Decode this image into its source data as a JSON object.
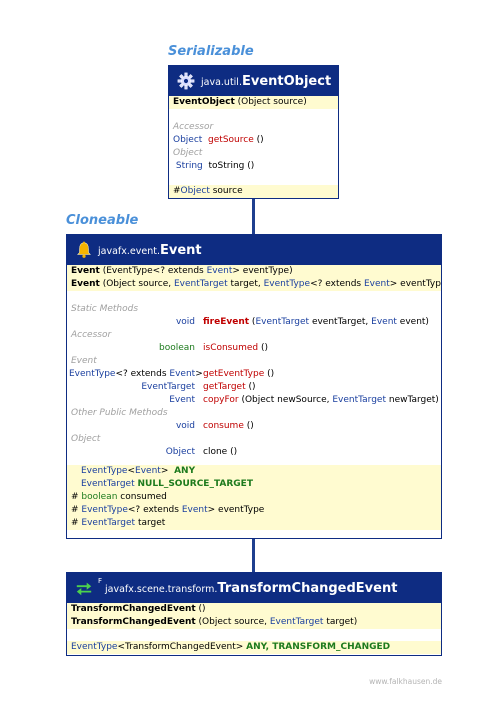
{
  "event_object": {
    "interface": "Serializable",
    "package": "java.util.",
    "class_name": "EventObject",
    "constructor_name": "EventObject",
    "constructor_params": "(Object source)",
    "cat_accessor": "Accessor",
    "getsource_type": "Object",
    "getsource_name": "getSource",
    "getsource_params": "()",
    "cat_object": "Object",
    "tostring_type": "String",
    "tostring_name": "toString",
    "tostring_params": "()",
    "field_modifier": "#",
    "field_type": "Object",
    "field_name": "source"
  },
  "event": {
    "interface": "Cloneable",
    "package": "javafx.event.",
    "class_name": "Event",
    "ctor1_name": "Event",
    "ctor1_open": "(EventType<? extends ",
    "ctor1_event": "Event",
    "ctor1_close": "> eventType)",
    "ctor2_name": "Event",
    "ctor2_p1": "(Object source, ",
    "ctor2_p2": "EventTarget",
    "ctor2_p3": " target, ",
    "ctor2_p4": "EventType",
    "ctor2_p5": "<? extends ",
    "ctor2_p6": "Event",
    "ctor2_p7": "> eventType)",
    "cat_static": "Static Methods",
    "fire_type": "void",
    "fire_name": "fireEvent",
    "fire_p1": "(",
    "fire_p2": "EventTarget",
    "fire_p3": " eventTarget, ",
    "fire_p4": "Event",
    "fire_p5": " event)",
    "cat_accessor": "Accessor",
    "consumed_type": "boolean",
    "consumed_name": "isConsumed",
    "consumed_params": "()",
    "cat_event": "Event",
    "get_event_type_t1": "EventType",
    "get_event_type_t2": "<? extends ",
    "get_event_type_t3": "Event",
    "get_event_type_t4": ">",
    "get_event_type_name": "getEventType",
    "get_event_type_params": "()",
    "get_target_type": "EventTarget",
    "get_target_name": "getTarget",
    "get_target_params": "()",
    "copy_type": "Event",
    "copy_name": "copyFor",
    "copy_p1": "(Object newSource, ",
    "copy_p2": "EventTarget",
    "copy_p3": " newTarget)",
    "cat_other": "Other Public Methods",
    "consume_type": "void",
    "consume_name": "consume",
    "consume_params": "()",
    "cat_object": "Object",
    "clone_type": "Object",
    "clone_name": "clone",
    "clone_params": "()",
    "any_t1": "EventType",
    "any_t2": "<",
    "any_t3": "Event",
    "any_t4": ">",
    "any_name": "ANY",
    "nst_type": "EventTarget",
    "nst_name": "NULL_SOURCE_TARGET",
    "f1_mod": "#",
    "f1_type": "boolean",
    "f1_name": "consumed",
    "f2_mod": "#",
    "f2_t1": "EventType",
    "f2_t2": "<? extends ",
    "f2_t3": "Event",
    "f2_t4": ">",
    "f2_name": "eventType",
    "f3_mod": "#",
    "f3_type": "EventTarget",
    "f3_name": "target"
  },
  "tce": {
    "superscript": "F",
    "package": "javafx.scene.transform.",
    "class_name": "TransformChangedEvent",
    "ctor1_name": "TransformChangedEvent",
    "ctor1_params": "()",
    "ctor2_name": "TransformChangedEvent",
    "ctor2_p1": "(Object source, ",
    "ctor2_p2": "EventTarget",
    "ctor2_p3": " target)",
    "f_t1": "EventType",
    "f_t2": "<TransformChangedEvent>",
    "f_name": "ANY, TRANSFORM_CHANGED"
  },
  "footer": "www.falkhausen.de",
  "colors": {
    "header_bg": "#0e2c82",
    "row_highlight": "#fffbd0",
    "interface_label": "#4a90d9",
    "method_name": "#c00000",
    "type_link": "#1a3f9f",
    "static_field": "#1d7a1d"
  }
}
